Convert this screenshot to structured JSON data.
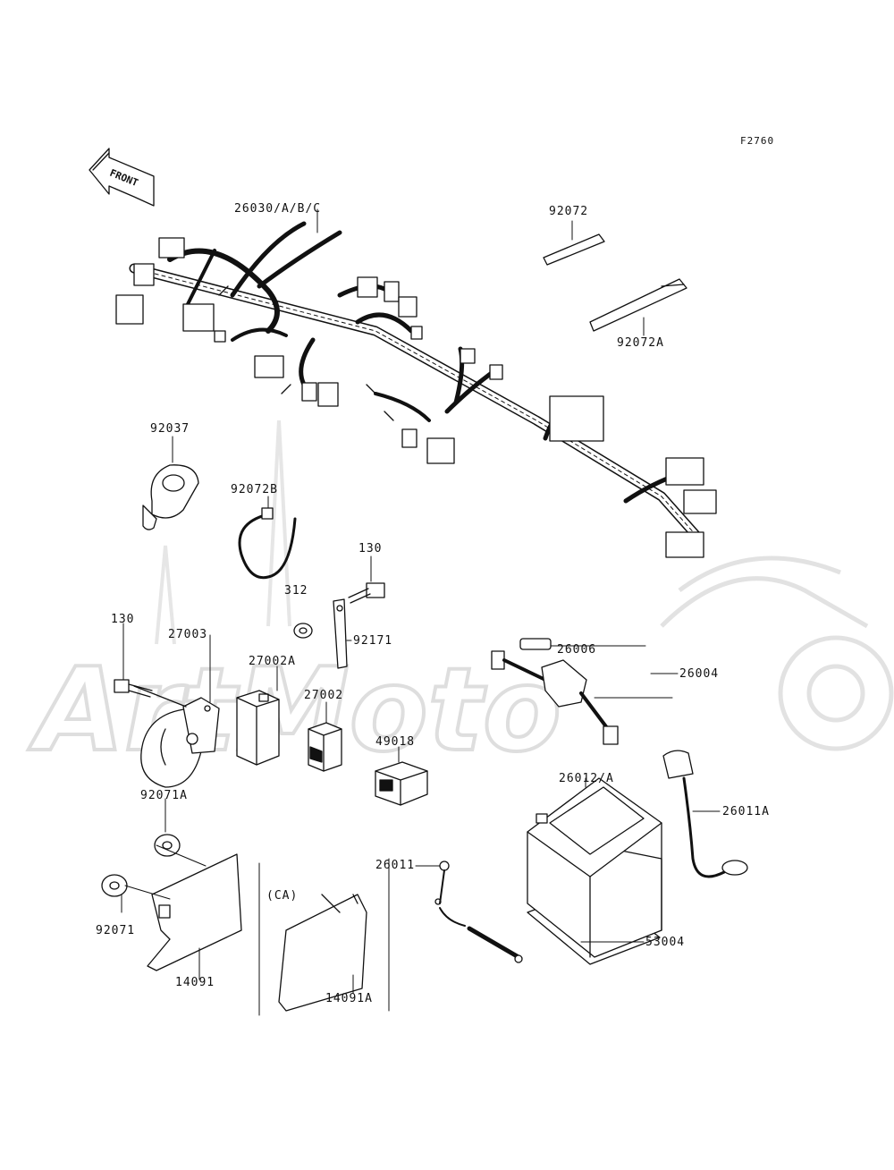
{
  "figure_code": "F2760",
  "front_arrow_text": "FRONT",
  "watermark_text": "ArtMoto",
  "parts": [
    {
      "id": "harness",
      "label": "26030/A/B/C"
    },
    {
      "id": "band_small",
      "label": "92072"
    },
    {
      "id": "band_large",
      "label": "92072A"
    },
    {
      "id": "clamp",
      "label": "92037"
    },
    {
      "id": "band_b",
      "label": "92072B"
    },
    {
      "id": "bolt_top",
      "label": "130"
    },
    {
      "id": "nut",
      "label": "312"
    },
    {
      "id": "bracket",
      "label": "92171"
    },
    {
      "id": "bolt_horn",
      "label": "130"
    },
    {
      "id": "horn",
      "label": "27003"
    },
    {
      "id": "relay_a",
      "label": "27002A"
    },
    {
      "id": "relay",
      "label": "27002"
    },
    {
      "id": "fuse",
      "label": "26006"
    },
    {
      "id": "fuse_holder",
      "label": "26004"
    },
    {
      "id": "connector",
      "label": "49018"
    },
    {
      "id": "battery",
      "label": "26012/A"
    },
    {
      "id": "cable_neg",
      "label": "26011A"
    },
    {
      "id": "grommet_a",
      "label": "92071A"
    },
    {
      "id": "grommet",
      "label": "92071"
    },
    {
      "id": "cable_pos",
      "label": "26011"
    },
    {
      "id": "pad",
      "label": "53004"
    },
    {
      "id": "cover",
      "label": "14091"
    },
    {
      "id": "ca_note",
      "label": "(CA)"
    },
    {
      "id": "cover_ca",
      "label": "14091A"
    }
  ]
}
